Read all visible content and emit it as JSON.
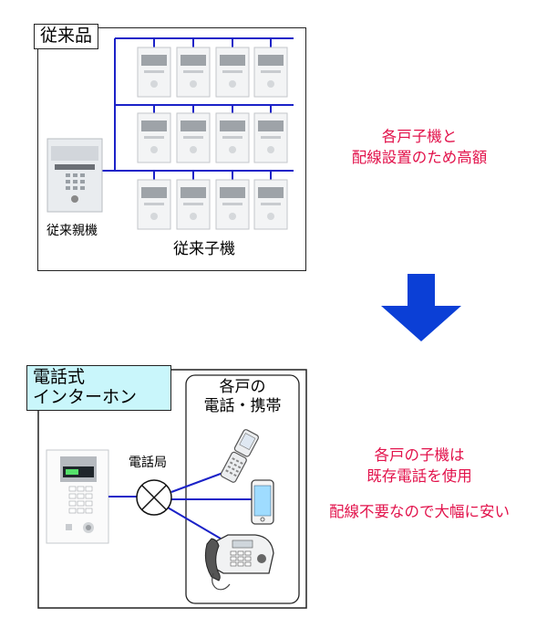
{
  "top_section": {
    "title": "従来品",
    "master_label": "従来親機",
    "handsets_label": "従来子機",
    "note_lines": [
      "各戸子機と",
      "配線設置のため高額"
    ]
  },
  "bottom_section": {
    "title_lines": [
      "電話式",
      "インターホン"
    ],
    "phone_group_title_lines": [
      "各戸の",
      "電話・携帯"
    ],
    "exchange_label": "電話局",
    "note_lines": [
      "各戸の子機は",
      "既存電話を使用",
      "",
      "配線不要なので大幅に安い"
    ]
  },
  "colors": {
    "wire": "#1b22c8",
    "arrow": "#0b3fd6",
    "accent_text": "#e2124b",
    "tag_bg": "#c9f6fb"
  },
  "icons": {
    "arrow": "down-arrow-icon",
    "exchange": "cross-circle-icon",
    "flip_phone": "flip-phone-icon",
    "smartphone": "smartphone-icon",
    "desk_phone": "desk-phone-icon"
  }
}
